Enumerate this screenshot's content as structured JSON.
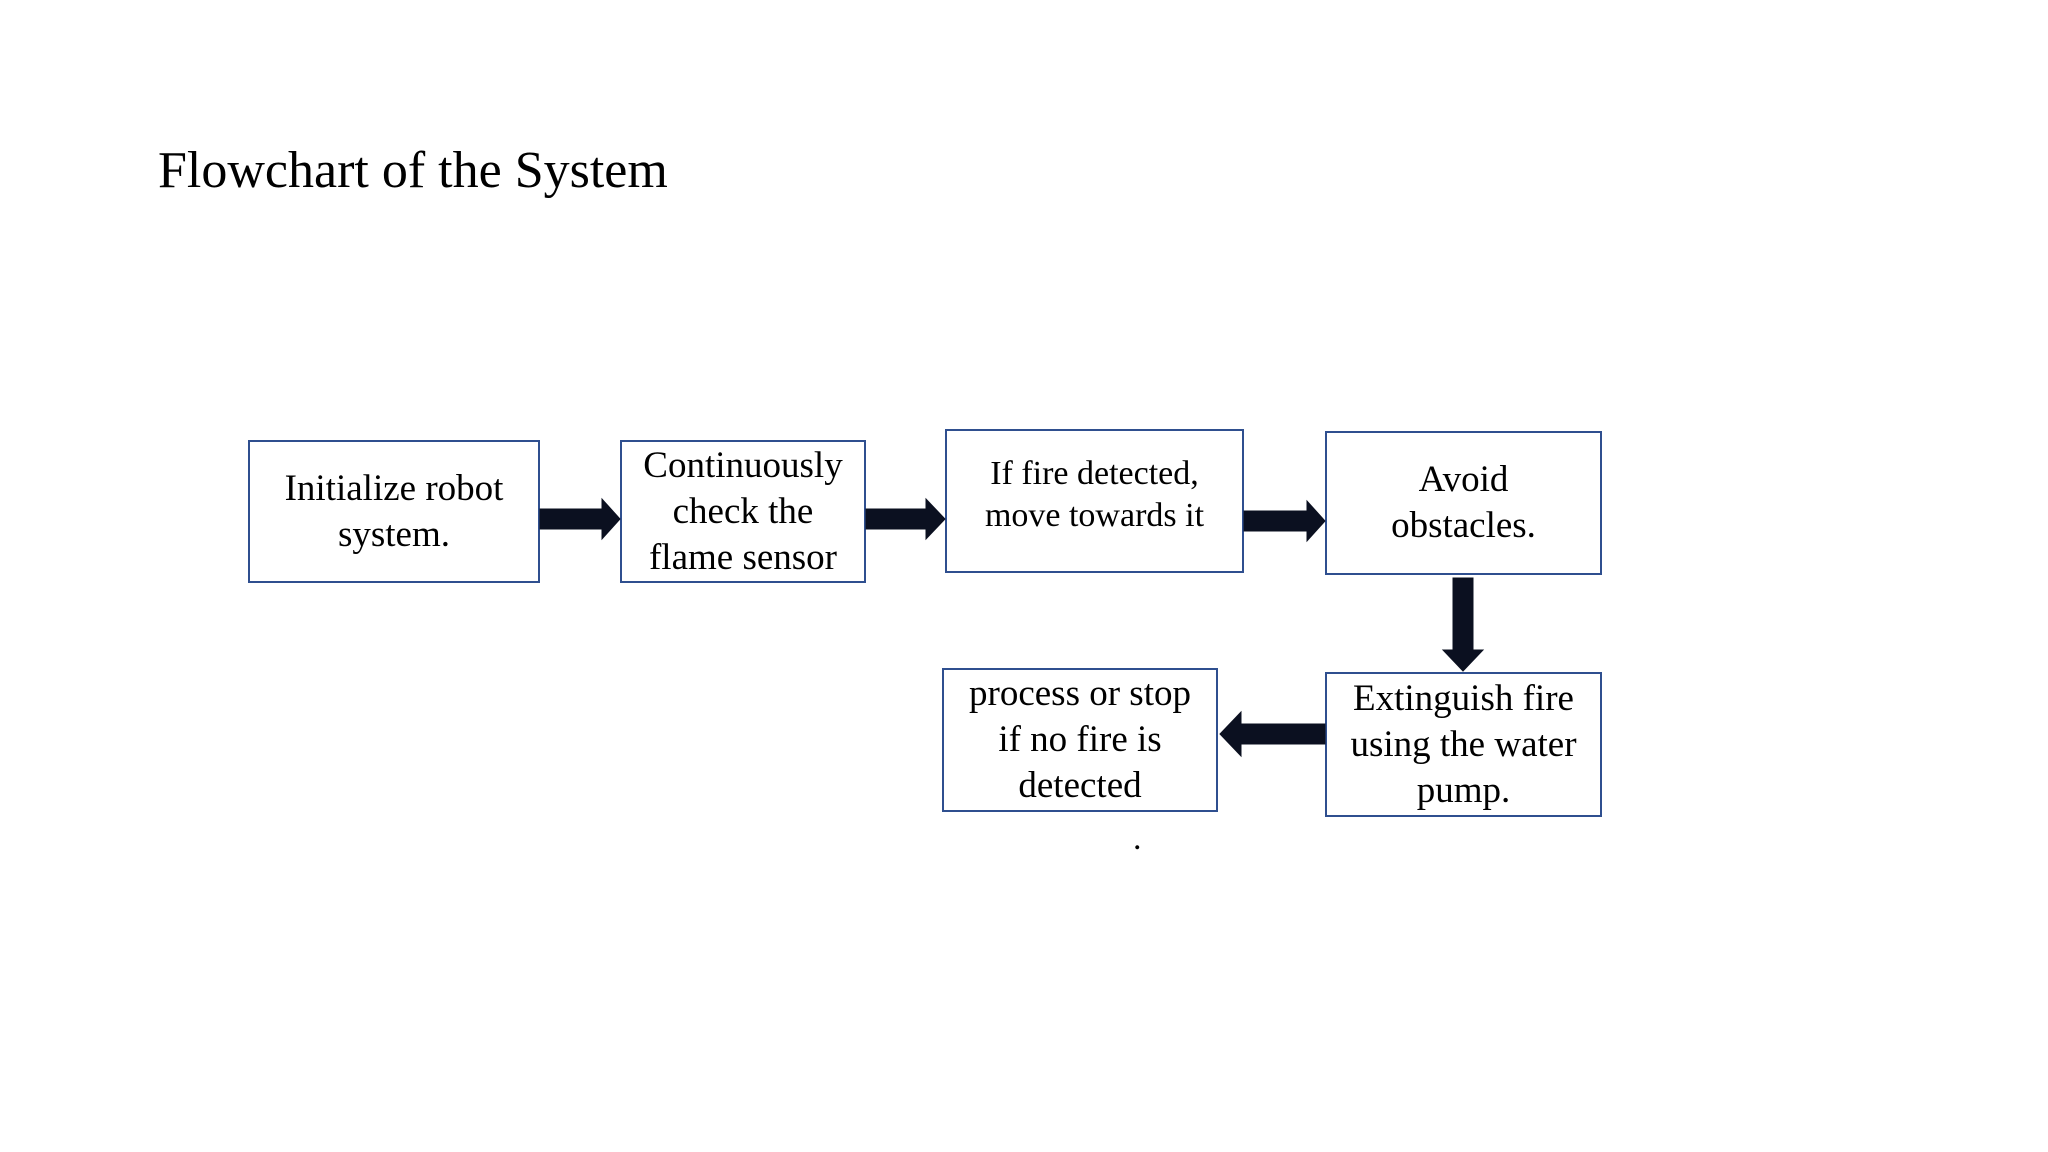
{
  "slide": {
    "title": "Flowchart of the System"
  },
  "flowchart": {
    "steps": [
      {
        "lines": [
          "Initialize robot",
          "system."
        ]
      },
      {
        "lines": [
          "Continuously",
          "check the",
          "flame sensor"
        ]
      },
      {
        "lines": [
          "If fire detected,",
          "move towards it"
        ]
      },
      {
        "lines": [
          "Avoid",
          "obstacles."
        ]
      },
      {
        "lines": [
          "Extinguish fire",
          "using the water",
          "pump."
        ]
      },
      {
        "lines": [
          "process or stop",
          "if no fire is",
          "detected"
        ]
      }
    ],
    "stray_mark": "."
  },
  "colors": {
    "box_border": "#2F4F8F",
    "arrow_fill": "#0B1020",
    "text": "#000000",
    "background": "#FFFFFF"
  }
}
